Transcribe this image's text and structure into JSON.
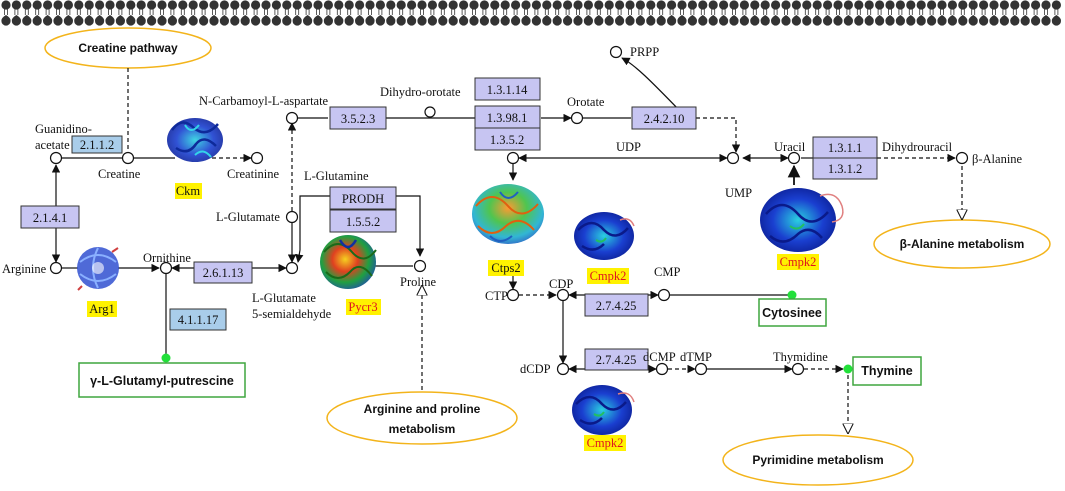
{
  "pathways": {
    "creatine": "Creatine pathway",
    "arg_pro_1": "Arginine and proline",
    "arg_pro_2": "metabolism",
    "beta_alanine": "β-Alanine metabolism",
    "pyrimidine": "Pyrimidine metabolism"
  },
  "enzymes": {
    "e_2112": "2.1.1.2",
    "e_2141": "2.1.4.1",
    "e_26113": "2.6.1.13",
    "e_41117": "4.1.1.17",
    "e_3523": "3.5.2.3",
    "e_13114": "1.3.1.14",
    "e_13981": "1.3.98.1",
    "e_1352": "1.3.5.2",
    "e_24210": "2.4.2.10",
    "e_1311": "1.3.1.1",
    "e_1312": "1.3.1.2",
    "e_prodh": "PRODH",
    "e_1552": "1.5.5.2",
    "e_27425a": "2.7.4.25",
    "e_27425b": "2.7.4.25"
  },
  "metabolites": {
    "guanidinoacetate_1": "Guanidino-",
    "guanidinoacetate_2": "acetate",
    "creatine": "Creatine",
    "creatinine": "Creatinine",
    "arginine": "Arginine",
    "ornithine": "Ornithine",
    "l_glutamate": "L-Glutamate",
    "l_glutamine": "L-Glutamine",
    "glu_semi_1": "L-Glutamate",
    "glu_semi_2": "5-semialdehyde",
    "proline": "Proline",
    "n_carbamoyl": "N-Carbamoyl-L-aspartate",
    "dihydro_orotate": "Dihydro-orotate",
    "orotate": "Orotate",
    "prpp": "PRPP",
    "udp": "UDP",
    "uracil": "Uracil",
    "dihydrouracil": "Dihydrouracil",
    "beta_alanine": "β-Alanine",
    "ump": "UMP",
    "ctp": "CTP",
    "cdp": "CDP",
    "cmp": "CMP",
    "dcdp": "dCDP",
    "dcmp": "dCMP",
    "dtmp": "dTMP",
    "thymidine": "Thymidine"
  },
  "proteins": {
    "ckm": "Ckm",
    "arg1": "Arg1",
    "pycr3": "Pycr3",
    "ctps2": "Ctps2",
    "cmpk2_a": "Cmpk2",
    "cmpk2_b": "Cmpk2",
    "cmpk2_c": "Cmpk2"
  },
  "compounds": {
    "glutamyl_putrescine": "γ-L-Glutamyl-putrescine",
    "cytosinee": "Cytosinee",
    "thymine": "Thymine"
  },
  "colors": {
    "enzyme_fill": "#c7c5f2",
    "enzyme_fill_blue": "#a9cdea",
    "highlight": "#fff200",
    "highlight_text_red": "#e0141e",
    "ellipse_stroke": "#f3b41b",
    "compound_stroke": "#3fa53f",
    "green_dot": "#22e03a",
    "membrane": "#333333"
  }
}
